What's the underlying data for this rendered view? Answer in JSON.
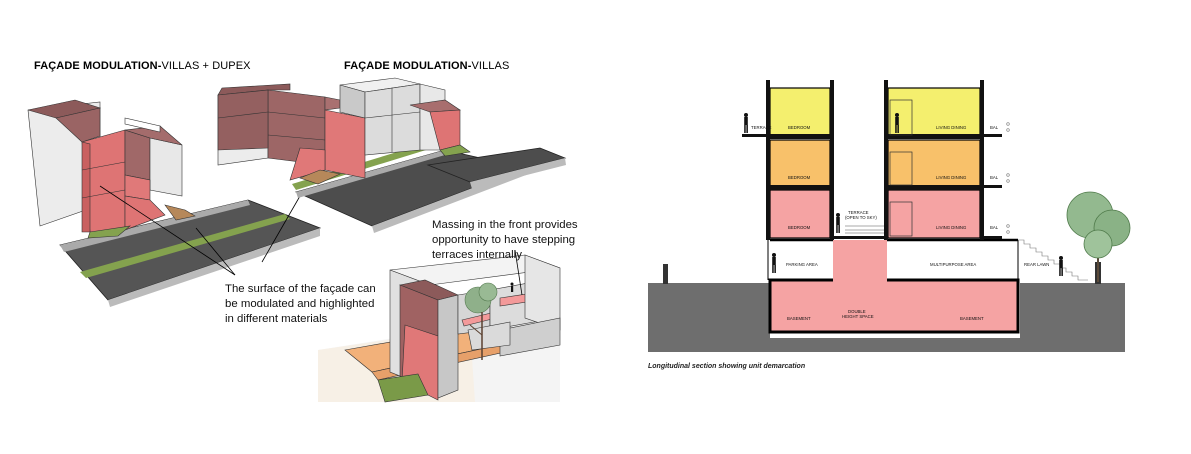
{
  "titles": {
    "villas_dupex_bold": "FAÇADE MODULATION-",
    "villas_dupex_rest": "VILLAS + DUPEX",
    "villas_bold": "FAÇADE MODULATION-",
    "villas_rest": "VILLAS"
  },
  "annotations": {
    "surface": [
      "The surface of the façade can",
      "be modulated and highlighted",
      "in different materials"
    ],
    "massing": [
      "Massing in the front provides",
      "opportunity to have stepping",
      "terraces internally"
    ]
  },
  "section": {
    "caption": "Longitudinal section showing unit demarcation",
    "rooms": {
      "terrace_top": "TERRACE",
      "bedroom_1": "BEDROOM",
      "bedroom_2": "BEDROOM",
      "bedroom_3": "BEDROOM",
      "living_1": "LIVING DINING",
      "living_2": "LIVING DINING",
      "living_3": "LIVING DINING",
      "bal_1": "BAL",
      "bal_2": "BAL",
      "bal_3": "BAL",
      "terrace_mid_1": "TERRACE",
      "terrace_mid_2": "(OPEN TO SKY)",
      "parking": "PARKING AREA",
      "multipurpose": "MULTIPURPOSE AREA",
      "rear_lawn": "REAR LAWN",
      "basement_1": "BASEMENT",
      "basement_2": "BASEMENT",
      "double_1": "DOUBLE",
      "double_2": "HEIGHT SPACE"
    }
  },
  "colors": {
    "yellow": "#f4ef6e",
    "orange": "#f8c16a",
    "pink": "#f5a3a3",
    "ground": "#6e6e6e",
    "maroon": "#9a5f5f",
    "salmon": "#d96f6f",
    "grey_mass": "#d7d7d7",
    "road": "#4d4d4d",
    "grass": "#84a24e",
    "tree": "#8fb58b"
  }
}
